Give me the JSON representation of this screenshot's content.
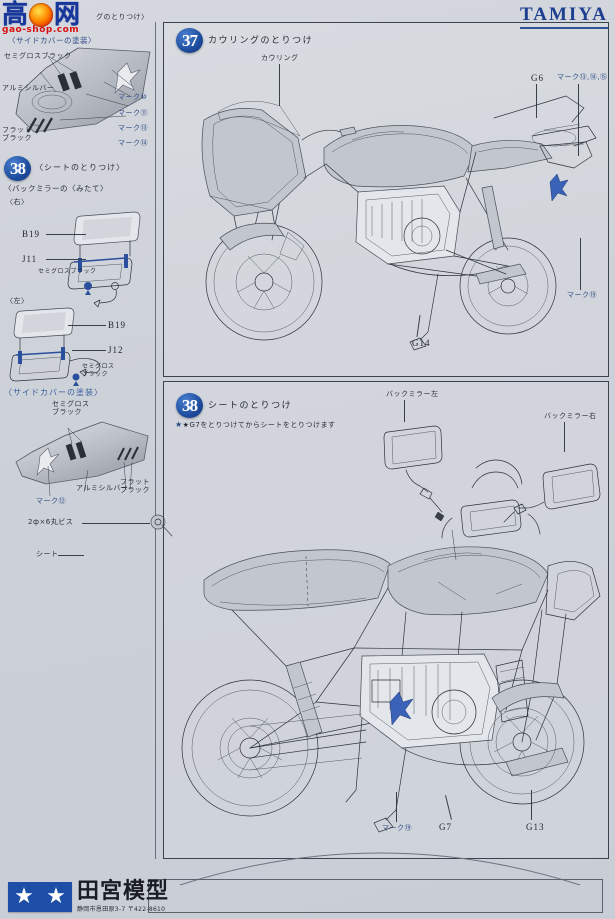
{
  "page": {
    "brand": "TAMIYA",
    "watermark": {
      "main": "高",
      "badge_icon": "seal-icon",
      "main2": "网",
      "sub": "gao-shop.com"
    }
  },
  "footer": {
    "logo_stars": [
      "★",
      "★"
    ],
    "brand_jp": "田宮模型",
    "address": "静岡市恩田原3-7 〒422-8610"
  },
  "left_column": {
    "sections": [
      {
        "id": "side-cover-paint-top",
        "heading": "〈サイドカバーの塗装〉",
        "partial_title": "グのとりつけ〉",
        "labels": [
          {
            "text": "セミグロスブラック",
            "kind": "paint"
          },
          {
            "text": "アルミシルバー",
            "kind": "paint"
          },
          {
            "text": "フラット\nブラック",
            "kind": "paint"
          },
          {
            "text": "マーク⑩",
            "kind": "mark"
          },
          {
            "text": "マーク⑪",
            "kind": "mark"
          },
          {
            "text": "マーク⑬",
            "kind": "mark"
          },
          {
            "text": "マーク⑭",
            "kind": "mark"
          }
        ]
      },
      {
        "id": "step-38-mirror",
        "step_number": "38",
        "title": "〈シートのとりつけ〉",
        "subtitle": "〈バックミラーの〈みたて〉",
        "right_tag": "〈右〉",
        "left_tag": "〈左〉",
        "parts": [
          {
            "code": "B19"
          },
          {
            "code": "J11"
          },
          {
            "code": "B19"
          },
          {
            "code": "J12"
          }
        ],
        "paint_labels": [
          "セミグロスブラック",
          "セミグロス\nブラック"
        ]
      },
      {
        "id": "side-cover-paint",
        "heading": "〈サイドカバーの塗装〉",
        "labels": [
          {
            "text": "セミグロス\nブラック",
            "kind": "paint"
          },
          {
            "text": "アルミシルバー",
            "kind": "paint"
          },
          {
            "text": "フラット\nブラック",
            "kind": "paint"
          },
          {
            "text": "マーク⑫",
            "kind": "mark"
          }
        ]
      },
      {
        "id": "seat-screw",
        "labels": [
          {
            "text": "2ф×6丸ビス",
            "kind": "screw"
          },
          {
            "text": "シート",
            "kind": "part"
          }
        ]
      }
    ]
  },
  "step37": {
    "number": "37",
    "title": "カウリングのとりつけ",
    "labels": [
      {
        "text": "カウリング",
        "kind": "part"
      },
      {
        "text": "G6",
        "kind": "code"
      },
      {
        "text": "マーク⑬,⑭,⑮",
        "kind": "mark"
      },
      {
        "text": "マーク⑲",
        "kind": "mark"
      },
      {
        "text": "G14",
        "kind": "code"
      }
    ]
  },
  "step38": {
    "number": "38",
    "title": "シートのとりつけ",
    "note": "★G7をとりつけてからシートをとりつけます",
    "note_star": "★",
    "labels": [
      {
        "text": "バックミラー左",
        "kind": "part"
      },
      {
        "text": "バックミラー右",
        "kind": "part"
      },
      {
        "text": "マーク⑲",
        "kind": "mark"
      },
      {
        "text": "G7",
        "kind": "code"
      },
      {
        "text": "G13",
        "kind": "code"
      }
    ]
  },
  "colors": {
    "paper": "#cfd3da",
    "ink": "#2e323c",
    "accent_blue": "#1e4d9e",
    "label_blue": "#2d4b86",
    "brand_blue": "#1c3f8f",
    "watermark_red": "#d81010"
  }
}
